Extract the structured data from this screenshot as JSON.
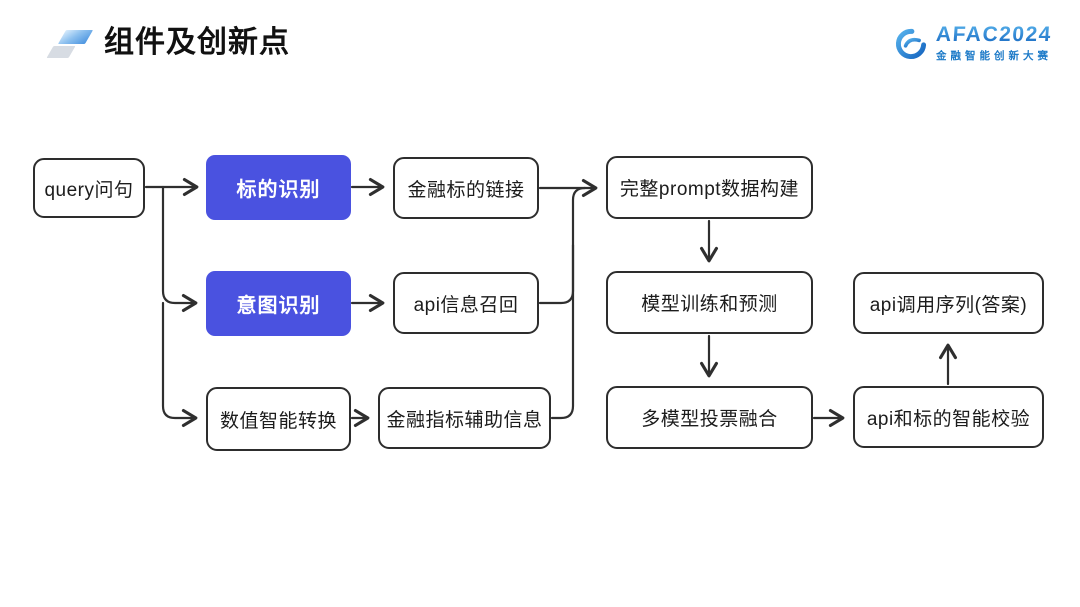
{
  "header": {
    "title": "组件及创新点",
    "logo": {
      "text": "AFAC2024",
      "subtext": "金融智能创新大赛"
    }
  },
  "flowchart": {
    "nodes": {
      "query": {
        "label": "query问句",
        "type": "outline"
      },
      "target": {
        "label": "标的识别",
        "type": "primary"
      },
      "intent": {
        "label": "意图识别",
        "type": "primary"
      },
      "numeric": {
        "label": "数值智能转换",
        "type": "outline"
      },
      "finlink": {
        "label": "金融标的链接",
        "type": "outline"
      },
      "apirecall": {
        "label": "api信息召回",
        "type": "outline"
      },
      "finaux": {
        "label": "金融指标辅助信息",
        "type": "outline"
      },
      "prompt": {
        "label": "完整prompt数据构建",
        "type": "outline"
      },
      "training": {
        "label": "模型训练和预测",
        "type": "outline"
      },
      "voting": {
        "label": "多模型投票融合",
        "type": "outline"
      },
      "apiseq": {
        "label": "api调用序列(答案)",
        "type": "outline"
      },
      "apiverify": {
        "label": "api和标的智能校验",
        "type": "outline"
      }
    },
    "colors": {
      "primary_node_bg": "#4A52E0",
      "primary_node_text": "#FFFFFF",
      "outline_node_border": "#2D2D2D",
      "arrow": "#2F2F2F",
      "logo_blue": "#1E7BC8",
      "background": "#FFFFFF"
    }
  }
}
